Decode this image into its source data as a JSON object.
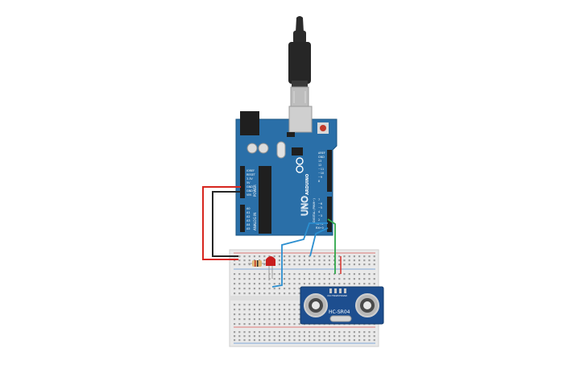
{
  "arduino": {
    "brand_text": "ARDUINO",
    "model_text": "UNO",
    "power_header_label": "POWER",
    "analog_header_label": "ANALOG IN",
    "digital_header_label": "DIGITAL (PWM~)",
    "power_pins": [
      "IOREF",
      "RESET",
      "3.3V",
      "5V",
      "GND",
      "GND",
      "VIN"
    ],
    "analog_pins": [
      "A0",
      "A1",
      "A2",
      "A3",
      "A4",
      "A5"
    ],
    "digital_pins": [
      "AREF",
      "GND",
      "13",
      "12",
      "~11",
      "~10",
      "~9",
      "8",
      "7",
      "~6",
      "~5",
      "4",
      "~3",
      "2",
      "TX→1",
      "RX←0"
    ]
  },
  "sensor": {
    "model_text": "HC-SR04",
    "pin_labels": [
      "VCC",
      "TRIG",
      "ECHO",
      "GND"
    ]
  },
  "colors": {
    "canvas_bg": "#ffffff",
    "arduino_board": "#2a6fa8",
    "breadboard": "#e9e9e9",
    "sensor_board": "#1d4e8f",
    "wire_red": "#d7261e",
    "wire_black": "#262626",
    "wire_blue": "#2c8fd0",
    "wire_green": "#2fa84a",
    "led_red": "#c81e1e"
  },
  "icons": [
    "usb-cable-icon",
    "arduino-logo-icon",
    "led-icon",
    "resistor-icon",
    "transducer-icon"
  ]
}
